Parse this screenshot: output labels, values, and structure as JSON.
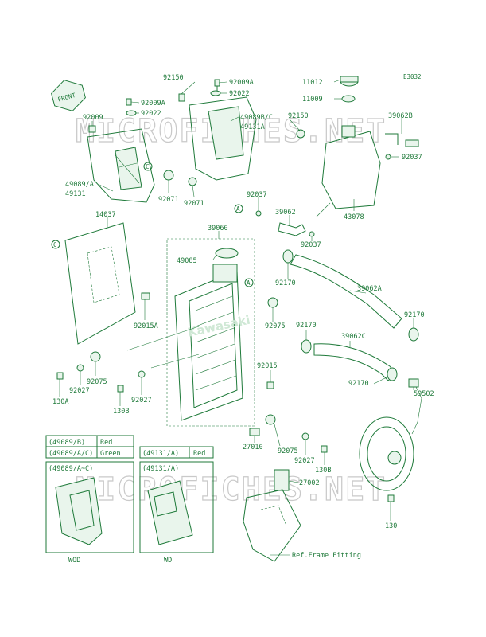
{
  "diagram": {
    "code": "E3032",
    "front_label": "FRONT",
    "watermark": "MICROFICHES.NET",
    "logo_text": "Kawasaki",
    "callout_a": "A",
    "callout_c": "C",
    "parts": {
      "p92150a": "92150",
      "p92009a_top": "92009A",
      "p92009a_left": "92009A",
      "p92022_top": "92022",
      "p92022_left": "92022",
      "p92009": "92009",
      "p49089bc": "49089B/C",
      "p49131a": "49131A",
      "p11012": "11012",
      "p11009": "11009",
      "p92150b": "92150",
      "p39062b": "39062B",
      "p92037a": "92037",
      "p49089a": "49089/A",
      "p49131": "49131",
      "p92071a": "92071",
      "p92071b": "92071",
      "p92037b": "92037",
      "p39062": "39062",
      "p43078": "43078",
      "p14037": "14037",
      "p39060": "39060",
      "p92037c": "92037",
      "p49085": "49085",
      "p92170a": "92170",
      "p39062a": "39062A",
      "p92015a": "92015A",
      "p92075a": "92075",
      "p92170b": "92170",
      "p92170c": "92170",
      "p39062c": "39062C",
      "p92075b": "92075",
      "p92027a": "92027",
      "p130a": "130A",
      "p92027b": "92027",
      "p130b_left": "130B",
      "p92015": "92015",
      "p92170d": "92170",
      "p59502": "59502",
      "p27010": "27010",
      "p92075c": "92075",
      "p92027c": "92027",
      "p130b_right": "130B",
      "p27002": "27002",
      "p130": "130"
    },
    "ref_frame": "Ref.Frame Fitting",
    "legend": {
      "row1_part": "(49089/B)",
      "row1_color": "Red",
      "row2_part": "(49089/A/C)",
      "row2_color": "Green",
      "row3_part": "(49131/A)",
      "row3_color": "Red",
      "box1_label": "(49089/A~C)",
      "box1_code": "WOD",
      "box2_label": "(49131/A)",
      "box2_code": "WD"
    }
  }
}
